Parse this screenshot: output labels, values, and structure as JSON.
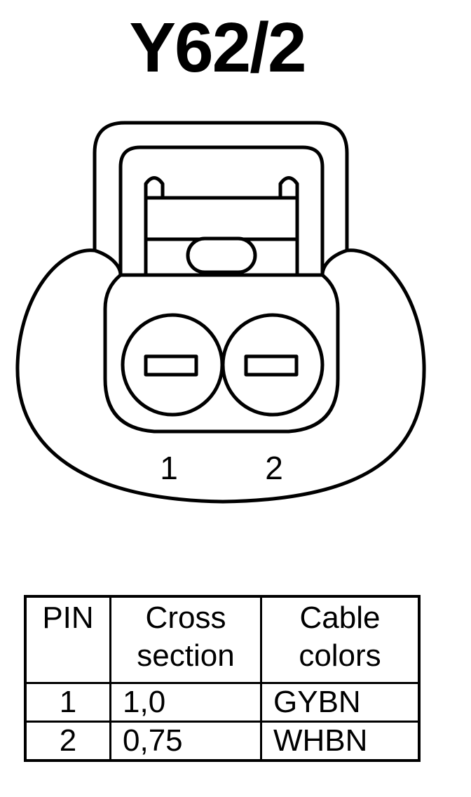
{
  "title": "Y62/2",
  "connector": {
    "pin_labels": [
      "1",
      "2"
    ]
  },
  "table": {
    "headers": {
      "pin": "PIN",
      "cross_line1": "Cross",
      "cross_line2": "section",
      "cable_line1": "Cable",
      "cable_line2": "colors"
    },
    "rows": [
      {
        "pin": "1",
        "cross_section": "1,0",
        "cable_colors": "GYBN"
      },
      {
        "pin": "2",
        "cross_section": "0,75",
        "cable_colors": "WHBN"
      }
    ]
  }
}
